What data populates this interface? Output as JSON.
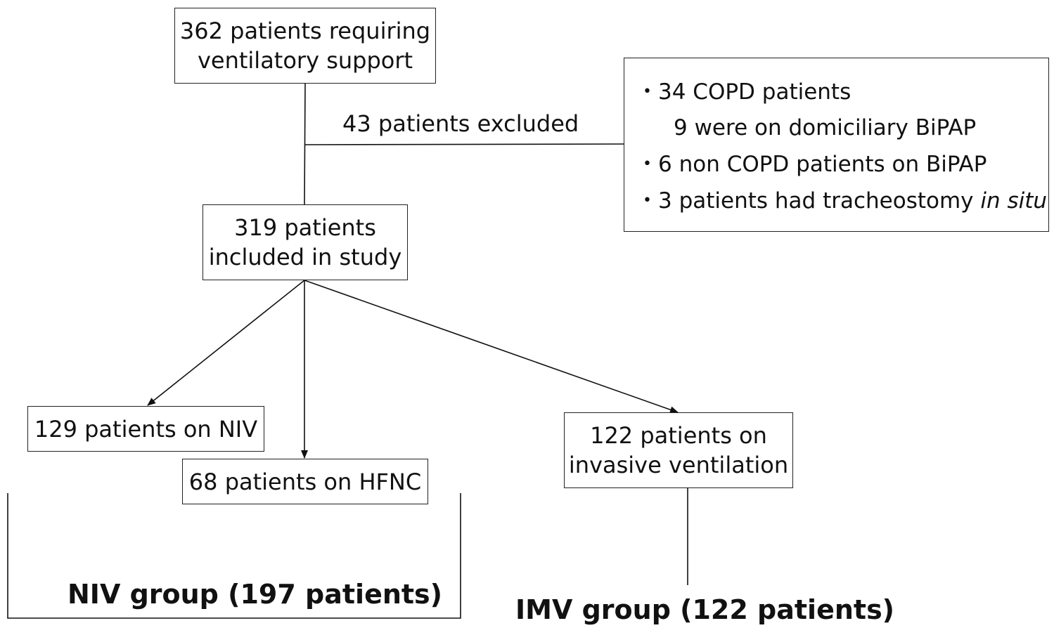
{
  "nodes": {
    "start": {
      "line1": "362 patients requiring",
      "line2": "ventilatory support"
    },
    "included": {
      "line1": "319 patients",
      "line2": "included in study"
    },
    "niv": {
      "label": "129 patients on NIV"
    },
    "hfnc": {
      "label": "68 patients on HFNC"
    },
    "imv": {
      "line1": "122 patients on",
      "line2": "invasive ventilation"
    }
  },
  "exclusion": {
    "label": "43 patients excluded",
    "items": [
      {
        "text": "34 COPD patients"
      },
      {
        "text": "9 were on domiciliary BiPAP",
        "sub": true
      },
      {
        "text": "6 non COPD patients on BiPAP"
      },
      {
        "text": "3 patients had tracheostomy ",
        "italic": "in situ"
      }
    ],
    "bullet": "•"
  },
  "groups": {
    "niv": "NIV group (197 patients)",
    "imv": "IMV group (122 patients)"
  }
}
